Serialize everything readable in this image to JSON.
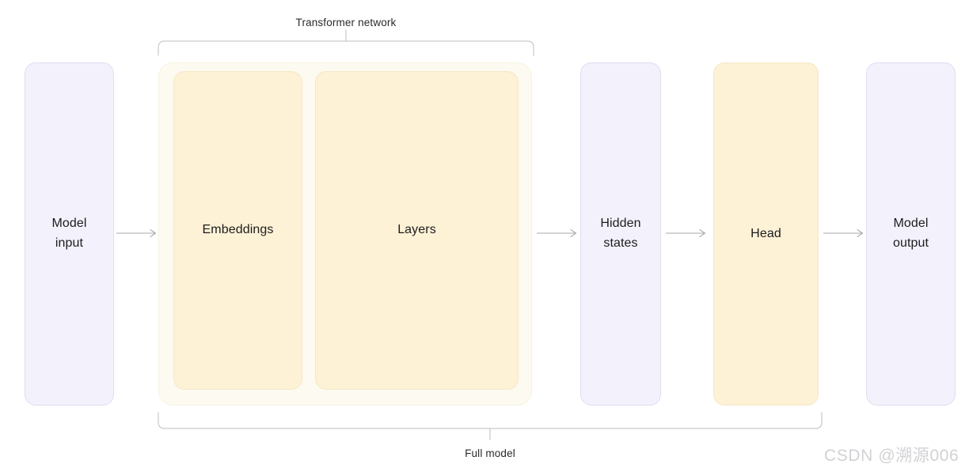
{
  "diagram": {
    "title_top": "Transformer network",
    "title_bottom": "Full model",
    "blocks": {
      "model_input": "Model\ninput",
      "embeddings": "Embeddings",
      "layers": "Layers",
      "hidden_states": "Hidden\nstates",
      "head": "Head",
      "model_output": "Model\noutput"
    },
    "colors": {
      "lavender_fill": "#f3f1fb",
      "lavender_border": "#e0ddf2",
      "amber_fill": "#fdf1d6",
      "amber_border": "#f6e7c6",
      "cream_fill": "#fdfbf1",
      "cream_border": "#f7f3e2",
      "arrow": "#a8a8ad",
      "bracket": "#c9c9cf",
      "text": "#1c1c1c",
      "watermark": "#d2d2d6",
      "background": "#ffffff"
    }
  },
  "watermark": {
    "text": "CSDN @溯源006"
  }
}
